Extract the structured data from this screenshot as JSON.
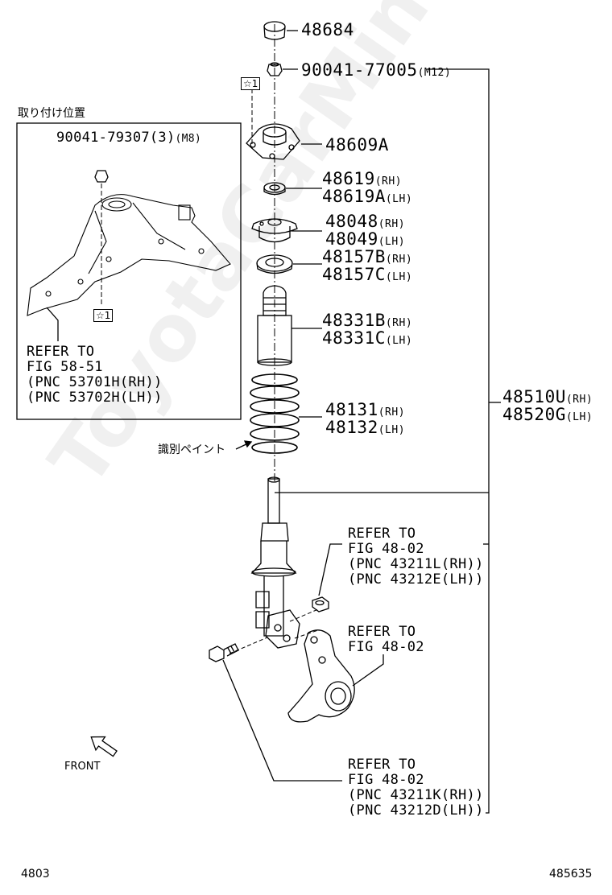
{
  "watermark": "ToyotaCarMine.ru",
  "inset": {
    "title": "取り付け位置",
    "bolt_part": "90041-79307(3)",
    "bolt_size": "(M8)",
    "star_marker": "☆1",
    "refer": [
      "REFER TO",
      "FIG 58-51",
      "(PNC 53701H(RH))",
      "(PNC 53702H(LH))"
    ]
  },
  "parts": {
    "cap": "48684",
    "nut": "90041-77005",
    "nut_size": "(M12)",
    "star_marker": "☆1",
    "support": "48609A",
    "bearing_rh": "48619",
    "bearing_lh": "48619A",
    "seat_upper_rh": "48048",
    "seat_upper_lh": "48049",
    "insulator_rh": "48157B",
    "insulator_lh": "48157C",
    "bumper_rh": "48331B",
    "bumper_lh": "48331C",
    "spring_rh": "48131",
    "spring_lh": "48132",
    "assembly_rh": "48510U",
    "assembly_lh": "48520G",
    "rh": "(RH)",
    "lh": "(LH)"
  },
  "paint_label": "識別ペイント",
  "refer_stabilizer": [
    "REFER TO",
    "FIG 48-02",
    "(PNC 43211L(RH))",
    "(PNC 43212E(LH))"
  ],
  "refer_knuckle": [
    "REFER TO",
    "FIG 48-02"
  ],
  "refer_bolt": [
    "REFER TO",
    "FIG 48-02",
    "(PNC 43211K(RH))",
    "(PNC 43212D(LH))"
  ],
  "front_label": "FRONT",
  "footer": {
    "left": "4803",
    "right": "485635"
  }
}
